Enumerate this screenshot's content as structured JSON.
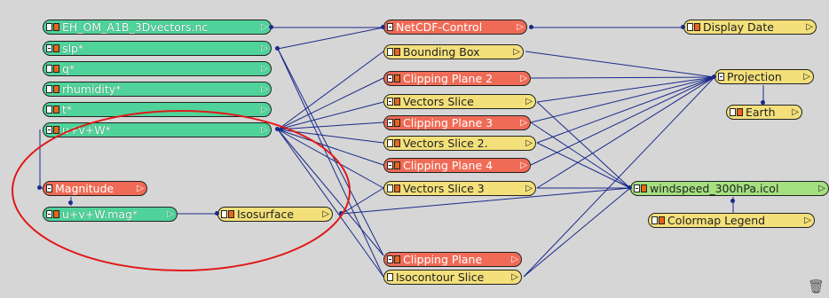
{
  "nodes": {
    "file": "EH_OM_A1B_3Dvectors.nc",
    "slp": "slp*",
    "q": "q*",
    "rhumidity": "rhumidity*",
    "t": "t*",
    "uvw": "u+v+W*",
    "magnitude": "Magnitude",
    "uvw_mag": "u+v+W.mag*",
    "isosurface": "Isosurface",
    "netcdf_control": "NetCDF-Control",
    "display_date": "Display Date",
    "bounding_box": "Bounding Box",
    "clipping_plane_2": "Clipping Plane 2",
    "vectors_slice": "Vectors Slice",
    "clipping_plane_3": "Clipping Plane 3",
    "vectors_slice_2": "Vectors Slice 2.",
    "clipping_plane_4": "Clipping Plane 4",
    "vectors_slice_3": "Vectors Slice 3",
    "clipping_plane": "Clipping Plane",
    "isocontour_slice": "Isocontour Slice",
    "projection": "Projection",
    "earth": "Earth",
    "windspeed": "windspeed_300hPa.icol",
    "colormap_legend": "Colormap Legend"
  },
  "colors": {
    "data_node": "#4fd39a",
    "module_node": "#f3e07a",
    "clip_node": "#ef6b56",
    "colormap_node": "#a4e07f",
    "wire": "#1a2a8a",
    "highlight_ellipse": "#e01818"
  },
  "icons": {
    "output_port": "triangle-right-icon",
    "trash": "trash-icon"
  }
}
